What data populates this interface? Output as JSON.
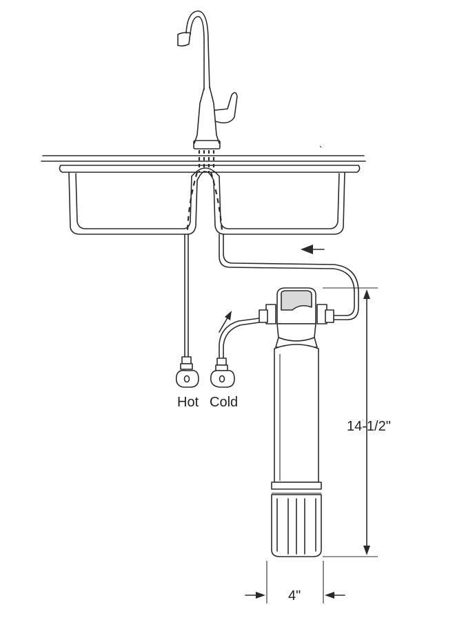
{
  "labels": {
    "hot": "Hot",
    "cold": "Cold",
    "height": "14-1/2\"",
    "width": "4\""
  },
  "icons": {
    "faucet": "faucet-icon",
    "sink": "sink-icon",
    "filter": "filter-housing-icon",
    "valve_hot": "shutoff-valve-icon",
    "valve_cold": "shutoff-valve-icon",
    "flow_arrow": "arrow-icon"
  },
  "colors": {
    "line": "#2a2a2a",
    "background": "#ffffff"
  }
}
